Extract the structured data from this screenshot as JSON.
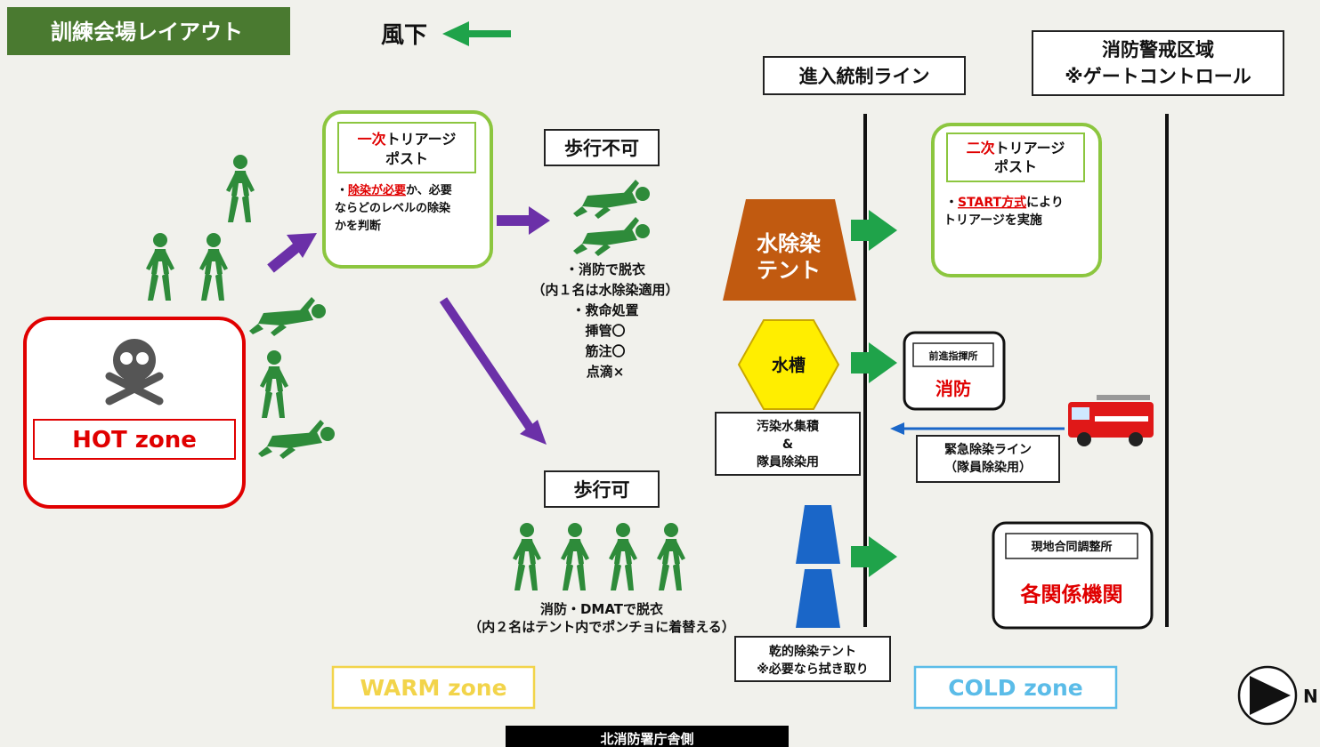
{
  "header": {
    "title": "訓練会場レイアウト",
    "downwind_label": "風下",
    "colors": {
      "header_bg": "#4a7a30",
      "accent_green": "#1fa34a"
    }
  },
  "lines": {
    "entry_control": "進入統制ライン",
    "fire_cordon_line1": "消防警戒区域",
    "fire_cordon_line2": "※ゲートコントロール"
  },
  "hot_zone": {
    "label": "HOT zone",
    "icon": "skull-crossbones-icon",
    "color": "#e00000"
  },
  "primary_triage": {
    "title_red": "一次",
    "title_black": "トリアージ",
    "title_line2": "ポスト",
    "bullet_prefix": "・",
    "note_red": "除染が必要",
    "note_rest1": "か、必要",
    "note_rest2": "ならどのレベルの除染",
    "note_rest3": "かを判断"
  },
  "non_ambulatory": {
    "label": "歩行不可",
    "notes": [
      "・消防で脱衣",
      "（内１名は水除染適用）",
      "・救命処置",
      "挿管〇",
      "筋注〇",
      "点滴×"
    ]
  },
  "ambulatory": {
    "label": "歩行可",
    "note1": "消防・DMATで脱衣",
    "note2": "（内２名はテント内でポンチョに着替える）"
  },
  "water_tent": {
    "line1": "水除染",
    "line2": "テント",
    "color": "#c15a10"
  },
  "water_tank": {
    "label": "水槽",
    "color": "#ffee00"
  },
  "wastewater": {
    "line1": "汚染水集積",
    "line2": "&",
    "line3": "隊員除染用"
  },
  "dry_tent": {
    "line1": "乾的除染テント",
    "line2": "※必要なら拭き取り",
    "color": "#1a66c8"
  },
  "secondary_triage": {
    "title_red": "二次",
    "title_black": "トリアージ",
    "title_line2": "ポスト",
    "bullet_prefix": "・",
    "note_red": "START方式",
    "note_rest1": "により",
    "note_rest2": "トリアージを実施"
  },
  "forward_command": {
    "label": "前進指揮所",
    "org": "消防"
  },
  "emergency_line": {
    "line1": "緊急除染ライン",
    "line2": "（隊員除染用）"
  },
  "coordination": {
    "label": "現地合同調整所",
    "org": "各関係機関"
  },
  "zones": {
    "warm": "WARM zone",
    "cold": "COLD zone",
    "warm_color": "#f2d44a",
    "cold_color": "#5bbce8"
  },
  "footer": {
    "building": "北消防署庁舎側"
  },
  "compass": {
    "letter": "N"
  },
  "icons": {
    "walking": "walking-person-icon",
    "lying": "lying-person-icon",
    "arrow_purple": "purple-arrow-icon",
    "arrow_green": "green-arrow-icon",
    "fire_truck": "fire-truck-icon"
  }
}
